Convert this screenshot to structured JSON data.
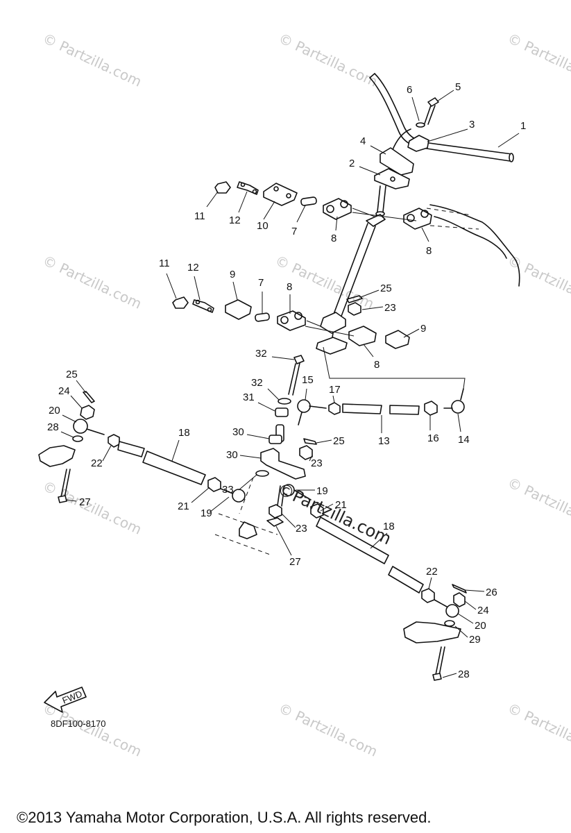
{
  "watermark_text": "© Partzilla.com",
  "center_watermark": "©Partzilla.com",
  "diagram_code": "8DF100-8170",
  "fwd_label": "FWD",
  "copyright": "©2013  Yamaha Motor Corporation, U.S.A. All rights reserved.",
  "callouts": [
    "1",
    "2",
    "3",
    "4",
    "5",
    "6",
    "7",
    "7",
    "8",
    "8",
    "8",
    "8",
    "9",
    "9",
    "10",
    "11",
    "11",
    "12",
    "12",
    "13",
    "14",
    "15",
    "16",
    "17",
    "18",
    "18",
    "19",
    "19",
    "20",
    "20",
    "21",
    "21",
    "22",
    "22",
    "23",
    "23",
    "23",
    "24",
    "24",
    "25",
    "25",
    "25",
    "26",
    "27",
    "27",
    "28",
    "28",
    "29",
    "30",
    "30",
    "31",
    "32",
    "32",
    "33"
  ]
}
